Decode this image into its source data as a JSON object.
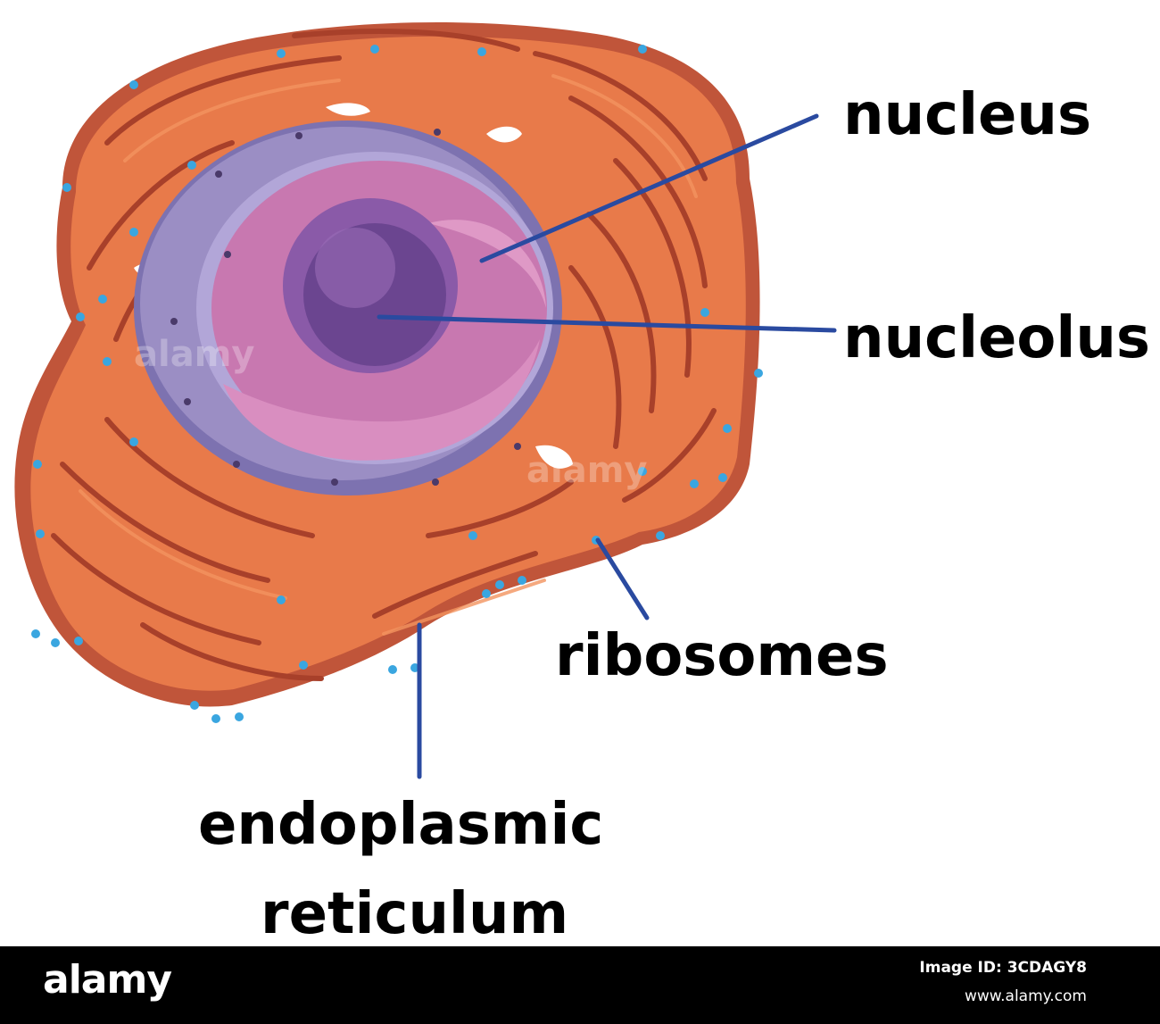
{
  "labels": {
    "nucleus": "nucleus",
    "nucleolus": "nucleolus",
    "ribosomes": "ribosomes",
    "er_line1": "endoplasmic",
    "er_line2": "reticulum"
  },
  "watermark": {
    "left": "alamy",
    "right": "alamy"
  },
  "stock_bar": {
    "logo": "alamy",
    "image_id": "Image ID: 3CDAGY8",
    "url": "www.alamy.com"
  },
  "colors": {
    "er_fill": "#e87a4a",
    "er_dark": "#a8402a",
    "er_edge": "#c0553a",
    "ribosome": "#3aa6e0",
    "nucleus_outer": "#9b8ec4",
    "nucleus_inner": "#c878b0",
    "nucleolus": "#6b4590",
    "leader_line": "#2a4aa0"
  }
}
